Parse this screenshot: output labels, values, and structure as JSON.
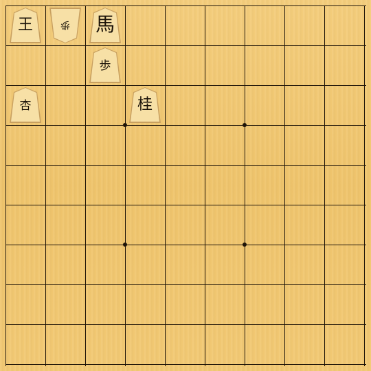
{
  "board": {
    "files": 9,
    "ranks": 9,
    "colors": {
      "wood": "#f0c670",
      "line": "#1e1408",
      "piece_face": "#f7e0a6",
      "piece_edge": "#c8a060",
      "glyph": "#1a1208"
    }
  },
  "pieces": [
    {
      "id": "king",
      "glyph": "王",
      "name": "king-piece",
      "col": 0,
      "row": 0,
      "owner": "sente",
      "style": "normal"
    },
    {
      "id": "gote-pawn",
      "glyph": "歩",
      "name": "opponent-pawn-piece",
      "col": 1,
      "row": 0,
      "owner": "gote",
      "style": "rot"
    },
    {
      "id": "horse",
      "glyph": "馬",
      "name": "horse-piece",
      "col": 2,
      "row": 0,
      "owner": "sente",
      "style": "big"
    },
    {
      "id": "pawn",
      "glyph": "歩",
      "name": "pawn-piece",
      "col": 2,
      "row": 1,
      "owner": "sente",
      "style": "small"
    },
    {
      "id": "promoted-lance",
      "glyph": "杏",
      "name": "promoted-lance-piece",
      "col": 0,
      "row": 2,
      "owner": "sente",
      "style": "small"
    },
    {
      "id": "knight",
      "glyph": "桂",
      "name": "knight-piece",
      "col": 3,
      "row": 2,
      "owner": "sente",
      "style": "normal"
    }
  ]
}
